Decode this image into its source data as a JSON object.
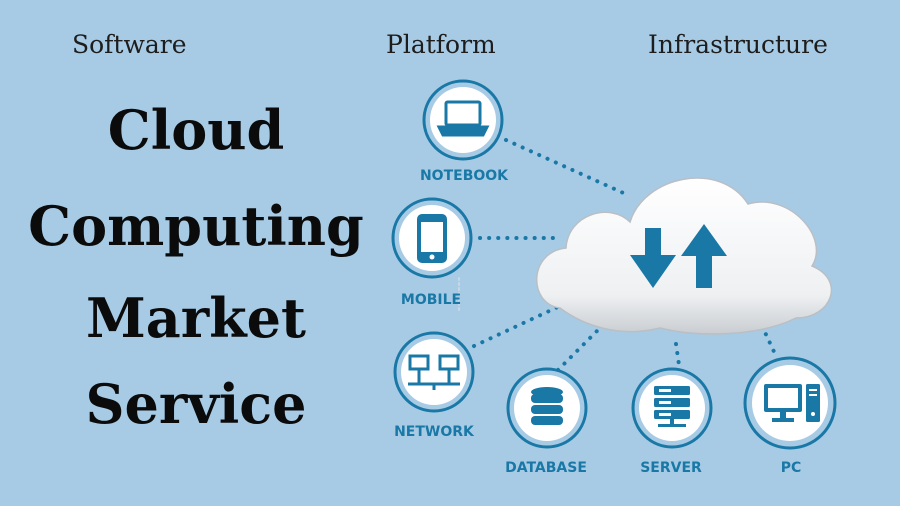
{
  "header": {
    "software": "Software",
    "platform": "Platform",
    "infrastructure": "Infrastructure"
  },
  "title": {
    "line1": "Cloud",
    "line2": "Computing",
    "line3": "Market",
    "line4": "Service"
  },
  "nodes": {
    "notebook": "NOTEBOOK",
    "mobile": "MOBILE",
    "network": "NETWORK",
    "database": "DATABASE",
    "server": "SERVER",
    "pc": "PC"
  },
  "colors": {
    "background": "#a7cbe5",
    "accent": "#1a78a6",
    "cloud": "#f2f4f6",
    "title": "#0b0b0b"
  },
  "icons": {
    "notebook": "laptop-icon",
    "mobile": "smartphone-icon",
    "network": "network-icon",
    "database": "database-icon",
    "server": "server-icon",
    "pc": "desktop-pc-icon",
    "cloud": "cloud-icon"
  }
}
